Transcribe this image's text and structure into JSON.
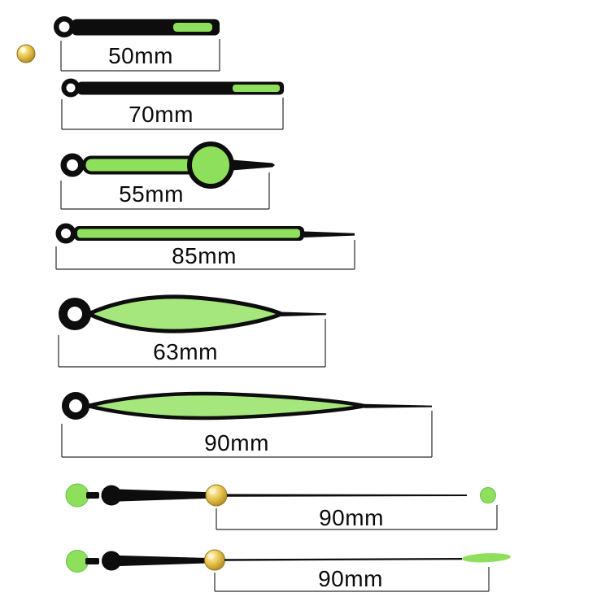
{
  "product": {
    "sizes": [
      {
        "label": "50mm",
        "icon": "hour-hand-luminous-tip-icon"
      },
      {
        "label": "70mm",
        "icon": "minute-hand-luminous-tip-icon"
      },
      {
        "label": "55mm",
        "icon": "round-head-hand-icon"
      },
      {
        "label": "85mm",
        "icon": "straight-luminous-hand-icon"
      },
      {
        "label": "63mm",
        "icon": "leaf-hour-hand-icon"
      },
      {
        "label": "90mm",
        "icon": "leaf-minute-hand-icon"
      },
      {
        "label": "90mm",
        "icon": "second-hand-round-tip-icon"
      },
      {
        "label": "90mm",
        "icon": "second-hand-pointed-tip-icon"
      }
    ],
    "colors": {
      "background": "#ffffff",
      "hand_black": "#0d0d0d",
      "luminous_green": "#8ee05c",
      "pale_green": "#a6e77d",
      "gold_hub": "#e8c44e",
      "dimension_line": "#2b2b2b",
      "label_color": "#0a0a0a"
    }
  }
}
